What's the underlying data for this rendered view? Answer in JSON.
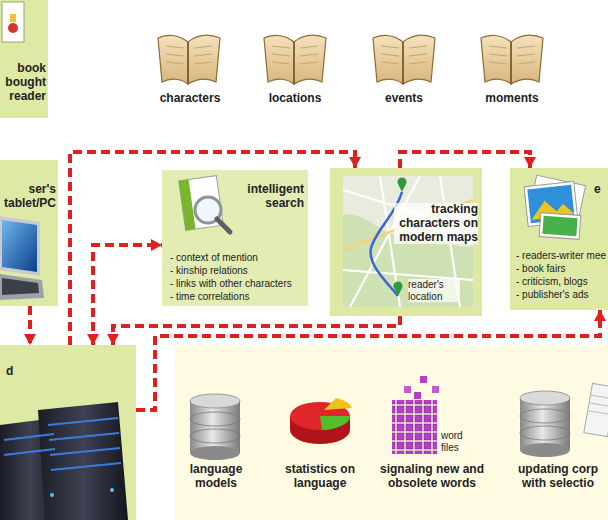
{
  "diagram": {
    "nodes": [
      {
        "text": [
          "book bought reader"
        ]
      },
      {
        "text": [
          "ser's tablet/PC"
        ]
      },
      {
        "text": [
          "intelligent search",
          "- context of mention",
          "- kinship relations",
          "- links with other characters",
          "- time correlations"
        ]
      },
      {
        "text": [
          "tracking characters on modern maps",
          "reader's location"
        ]
      },
      {
        "text": [
          "e",
          "- readers-writer mee",
          "- book fairs",
          "- criticism, blogs",
          "- publisher's ads"
        ]
      },
      {
        "text": [
          "d"
        ]
      },
      {
        "text": [
          "language models",
          "statistics on language",
          "signaling new and obsolete words",
          "updating corp with selectio"
        ]
      }
    ],
    "edges": [
      {
        "from": 1,
        "to": 5,
        "arrow": "to"
      },
      {
        "from": 5,
        "to": 3,
        "arrow": "to"
      },
      {
        "from": 3,
        "to": 4,
        "arrow": "to"
      },
      {
        "from": 5,
        "to": 2,
        "arrow": "both"
      },
      {
        "from": 3,
        "to": 5,
        "arrow": "to"
      },
      {
        "from": 5,
        "to": 4,
        "arrow": "to"
      }
    ],
    "labels": [
      "characters",
      "locations",
      "events",
      "moments",
      "word files"
    ]
  }
}
